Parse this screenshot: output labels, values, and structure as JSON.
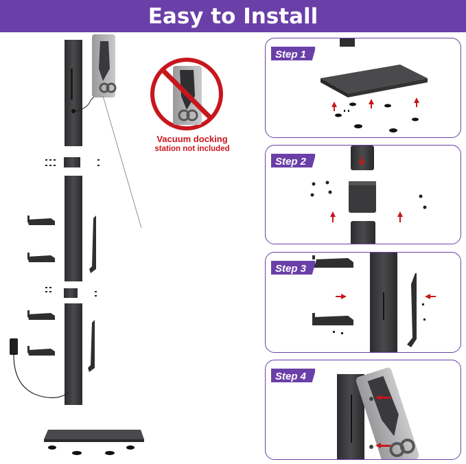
{
  "banner": {
    "title": "Easy to Install"
  },
  "notice": {
    "line1": "Vacuum docking",
    "line2": "station not included"
  },
  "steps": [
    {
      "label": "Step 1"
    },
    {
      "label": "Step 2"
    },
    {
      "label": "Step 3"
    },
    {
      "label": "Step 4"
    }
  ],
  "colors": {
    "brand": "#6a3fa8",
    "arrow": "#c8161d",
    "metal": "#3a3a3c"
  }
}
